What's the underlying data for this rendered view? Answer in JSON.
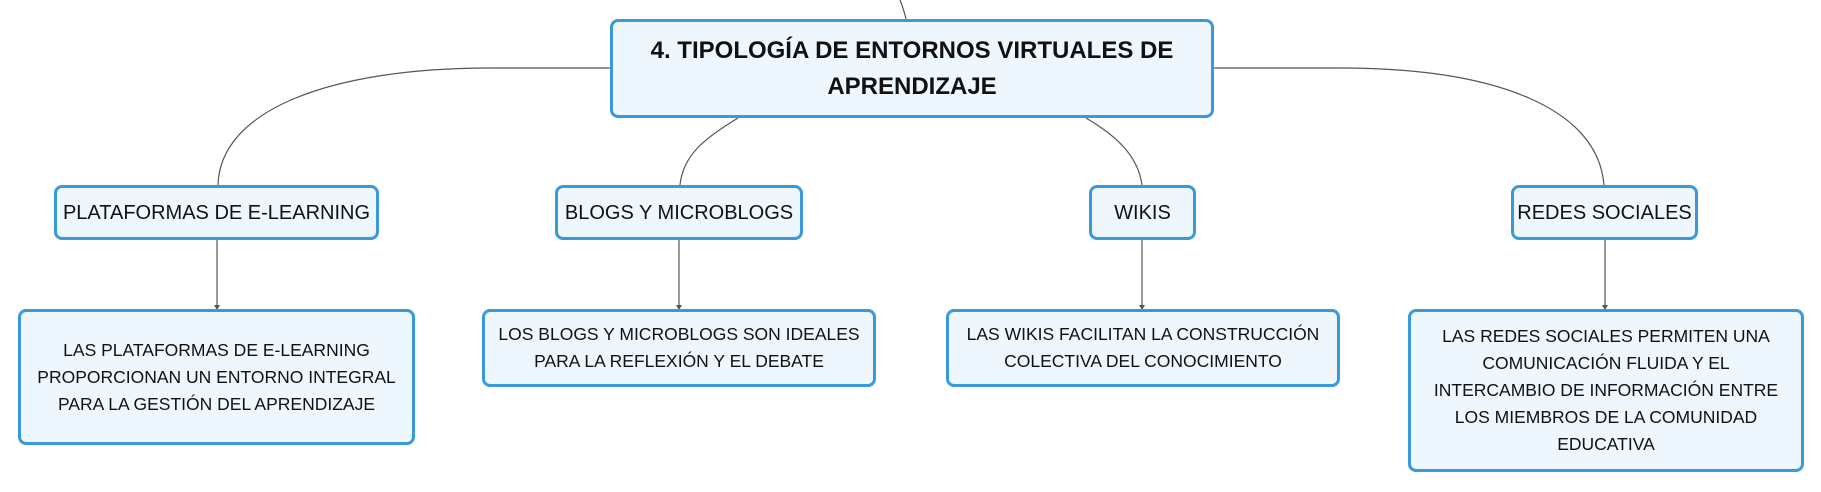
{
  "map": {
    "root": {
      "title": "4. TIPOLOGÍA DE ENTORNOS VIRTUALES DE APRENDIZAJE"
    },
    "topics": [
      {
        "label": "PLATAFORMAS DE E-LEARNING",
        "detail": "LAS PLATAFORMAS DE E-LEARNING PROPORCIONAN UN ENTORNO INTEGRAL PARA LA GESTIÓN DEL APRENDIZAJE"
      },
      {
        "label": "BLOGS Y MICROBLOGS",
        "detail": "LOS BLOGS Y MICROBLOGS SON IDEALES PARA LA REFLEXIÓN Y EL DEBATE"
      },
      {
        "label": "WIKIS",
        "detail": "LAS WIKIS FACILITAN LA CONSTRUCCIÓN COLECTIVA DEL CONOCIMIENTO"
      },
      {
        "label": "REDES SOCIALES",
        "detail": "LAS REDES SOCIALES PERMITEN UNA COMUNICACIÓN FLUIDA Y EL INTERCAMBIO DE INFORMACIÓN ENTRE LOS MIEMBROS DE LA COMUNIDAD EDUCATIVA"
      }
    ]
  },
  "colors": {
    "node_fill": "#eef7fd",
    "node_border": "#3a9ad9",
    "connector": "#555555"
  }
}
